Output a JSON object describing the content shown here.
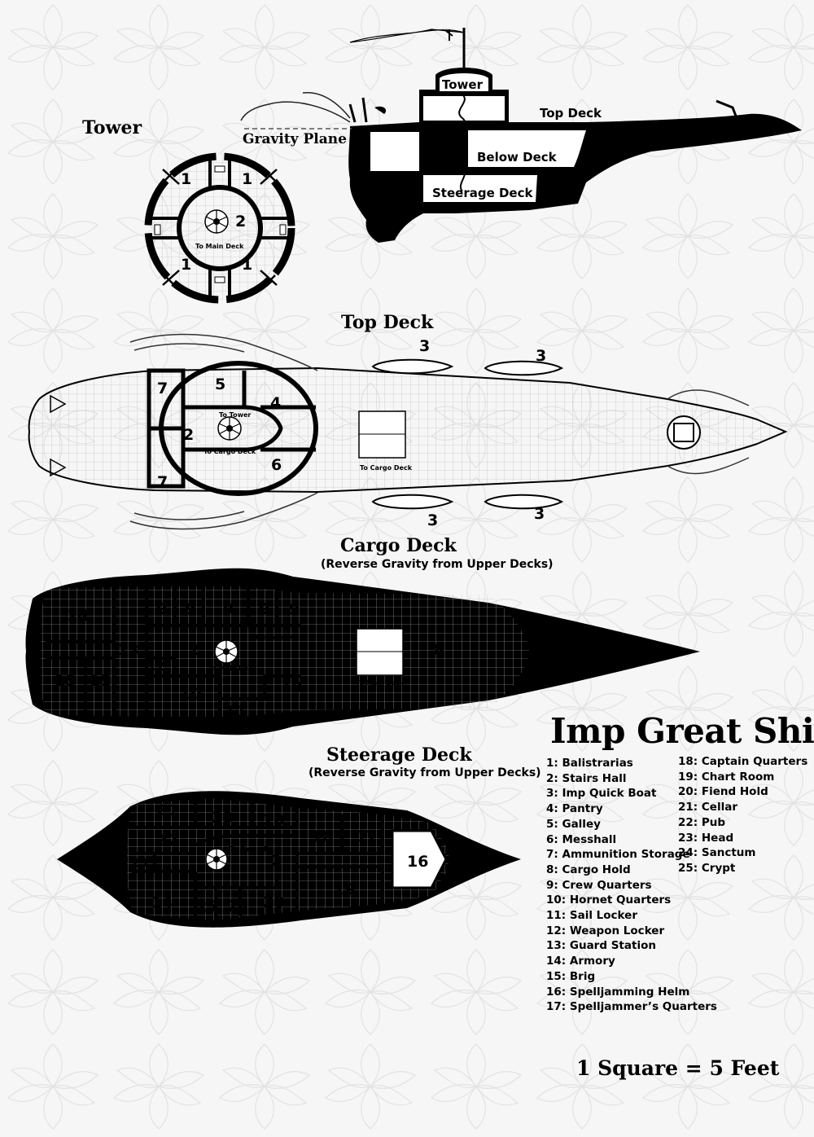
{
  "title": "Imp Great Ship",
  "scale_note": "1 Square = 5 Feet",
  "profile": {
    "gravity_plane": "Gravity Plane",
    "tower": "Tower",
    "top_deck": "Top Deck",
    "below_deck": "Below Deck",
    "steerage_deck": "Steerage Deck"
  },
  "tower_plan": {
    "title": "Tower",
    "labels": [
      "1",
      "1",
      "1",
      "1",
      "2"
    ],
    "stair_note": "To Main Deck"
  },
  "top_deck": {
    "title": "Top Deck",
    "labels": [
      "7",
      "5",
      "4",
      "2",
      "6",
      "7",
      "3",
      "3",
      "3",
      "3"
    ],
    "notes": [
      "To Tower",
      "To Cargo Deck",
      "To Cargo Deck"
    ]
  },
  "cargo_deck": {
    "title": "Cargo Deck",
    "subtitle": "(Reverse Gravity from Upper Decks)",
    "labels": [
      "14",
      "9",
      "9",
      "9",
      "9",
      "9",
      "13",
      "2",
      "8",
      "15",
      "15",
      "12",
      "10",
      "10",
      "11"
    ],
    "notes": [
      "To Steerage Deck",
      "To Main Deck",
      "To Main Deck"
    ]
  },
  "steerage_deck": {
    "title": "Steerage Deck",
    "subtitle": "(Reverse Gravity from Upper Decks)",
    "labels": [
      "21",
      "20",
      "20",
      "18",
      "17",
      "22",
      "2",
      "16",
      "23",
      "19",
      "14",
      "25",
      "24",
      "20"
    ],
    "notes": [
      "To Cargo Deck"
    ]
  },
  "legend_left": [
    "1: Balistrarias",
    "2: Stairs Hall",
    "3: Imp Quick Boat",
    "4: Pantry",
    "5: Galley",
    "6: Messhall",
    "7: Ammunition Storage",
    "8: Cargo Hold",
    "9: Crew Quarters",
    "10: Hornet Quarters",
    "11: Sail Locker",
    "12:  Weapon Locker",
    "13: Guard Station",
    "14: Armory",
    "15: Brig",
    "16: Spelljamming Helm",
    "17: Spelljammer’s Quarters"
  ],
  "legend_right": [
    "18: Captain Quarters",
    "19: Chart Room",
    "20: Fiend Hold",
    "21: Cellar",
    "22: Pub",
    "23: Head",
    "24: Sanctum",
    "25: Crypt"
  ]
}
